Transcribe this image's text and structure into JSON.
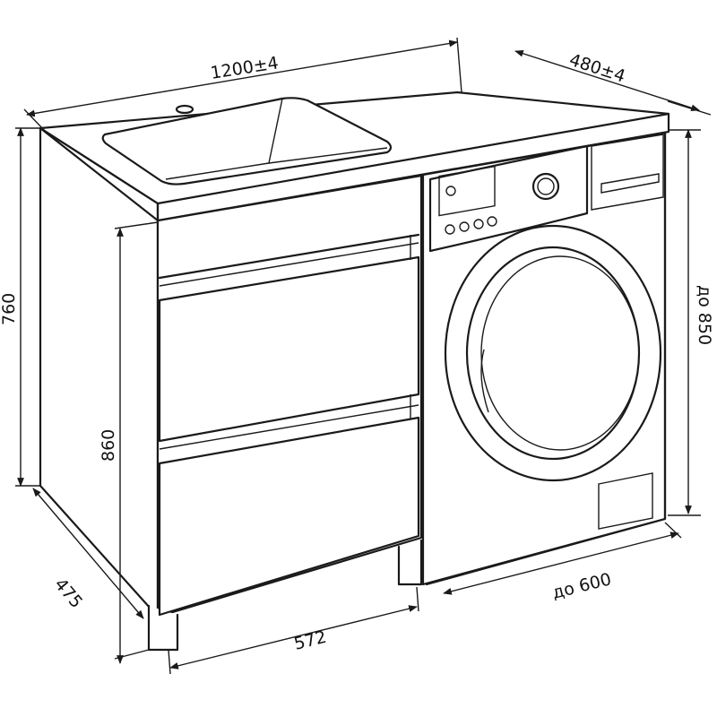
{
  "dimensions": {
    "total_width": "1200±4",
    "depth": "480±4",
    "height": "760",
    "cabinet_height": "860",
    "side_depth": "475",
    "cabinet_width": "572",
    "machine_width": "до 600",
    "machine_height": "до 850"
  },
  "colors": {
    "line": "#1a1a1a",
    "background": "#ffffff"
  }
}
